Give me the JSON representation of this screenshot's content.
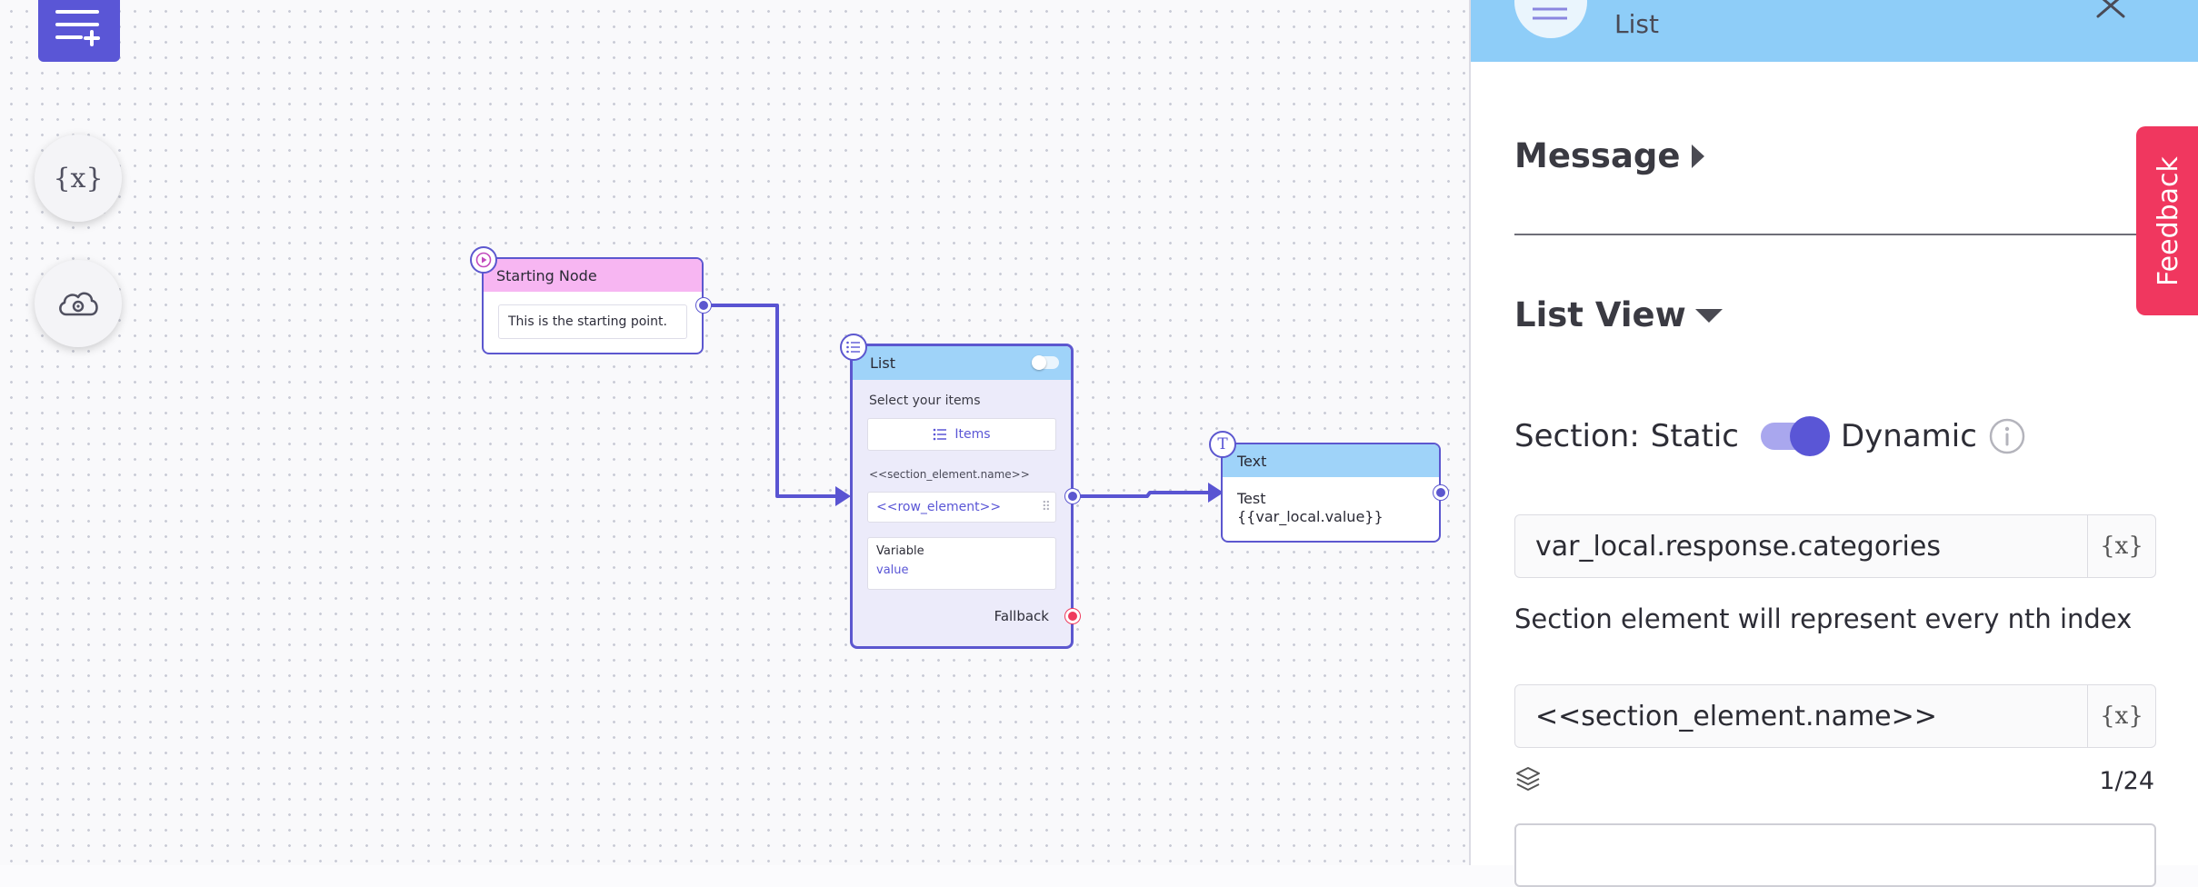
{
  "sidebar": {
    "menu_icon": "menu-add-icon",
    "variables_icon_text": "{x}",
    "cloud_icon": "cloud-settings-icon"
  },
  "nodes": {
    "start": {
      "title": "Starting Node",
      "body": "This is the starting point.",
      "color": "#f7b6f2"
    },
    "list": {
      "title": "List",
      "subtitle": "Select your items",
      "items_button": "Items",
      "section_element": "<<section_element.name>>",
      "row_element": "<<row_element>>",
      "variable_label": "Variable",
      "variable_value": "value",
      "fallback_label": "Fallback",
      "header_color": "#9fd3f9"
    },
    "text": {
      "title": "Text",
      "line1": "Test",
      "line2": "{{var_local.value}}"
    }
  },
  "panel": {
    "header_title": "List",
    "message_title": "Message",
    "list_view_title": "List View",
    "section_label": "Section:",
    "static_label": "Static",
    "dynamic_label": "Dynamic",
    "toggle_on": true,
    "categories_field": "var_local.response.categories",
    "var_button": "{x}",
    "section_hint": "Section element will represent every nth index",
    "section_name_field": "<<section_element.name>>",
    "counter": "1/24",
    "feedback_label": "Feedback",
    "accent": "#5a56d6",
    "feedback_color": "#f0375f"
  }
}
